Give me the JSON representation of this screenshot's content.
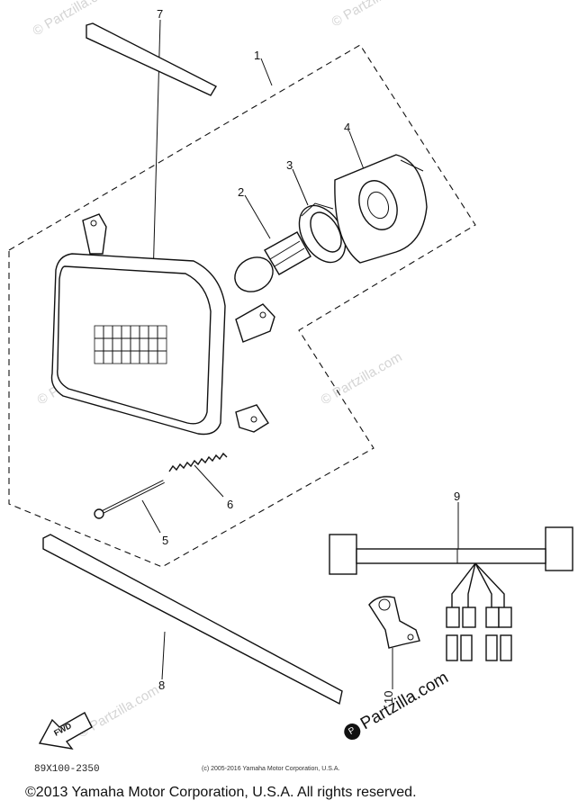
{
  "callouts": [
    "1",
    "2",
    "3",
    "4",
    "5",
    "6",
    "7",
    "8",
    "9",
    "10"
  ],
  "fwd_label": "FWD",
  "part_code": "89X100-2350",
  "small_copyright": "(c) 2005-2016 Yamaha Motor Corporation, U.S.A.",
  "watermark_text": "© Partzilla.com",
  "watermark_main": "Partzilla.com",
  "footer_copyright": "©2013 Yamaha Motor Corporation, U.S.A. All rights reserved.",
  "colors": {
    "ink": "#111111",
    "watermark": "#d4d4d4",
    "background": "#ffffff"
  }
}
